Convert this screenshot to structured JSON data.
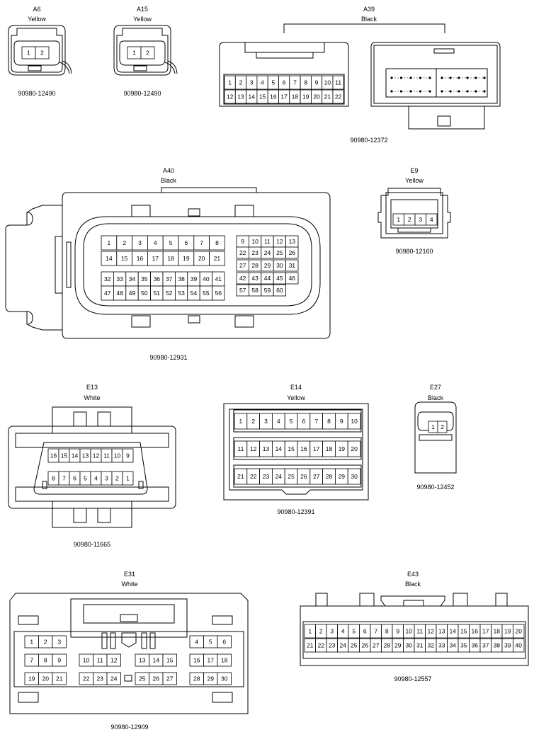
{
  "connectors": {
    "a6": {
      "code": "A6",
      "color": "Yellow",
      "part": "90980-12490",
      "pins": [
        "1",
        "2"
      ]
    },
    "a15": {
      "code": "A15",
      "color": "Yellow",
      "part": "90980-12490",
      "pins": [
        "1",
        "2"
      ]
    },
    "a39": {
      "code": "A39",
      "color": "Black",
      "part": "90980-12372",
      "pins_top": [
        "1",
        "2",
        "3",
        "4",
        "5",
        "6",
        "7",
        "8",
        "9",
        "10",
        "11"
      ],
      "pins_bottom": [
        "12",
        "13",
        "14",
        "15",
        "16",
        "17",
        "18",
        "19",
        "20",
        "21",
        "22"
      ]
    },
    "a40": {
      "code": "A40",
      "color": "Black",
      "part": "90980-12931",
      "left_rows": [
        [
          "1",
          "2",
          "3",
          "4",
          "5",
          "6",
          "7",
          "8"
        ],
        [
          "14",
          "15",
          "16",
          "17",
          "18",
          "19",
          "20",
          "21"
        ],
        [
          "32",
          "33",
          "34",
          "35",
          "36",
          "37",
          "38",
          "39",
          "40",
          "41"
        ],
        [
          "47",
          "48",
          "49",
          "50",
          "51",
          "52",
          "53",
          "54",
          "55",
          "56"
        ]
      ],
      "right_rows": [
        [
          "9",
          "10",
          "11",
          "12",
          "13"
        ],
        [
          "22",
          "23",
          "24",
          "25",
          "26"
        ],
        [
          "27",
          "28",
          "29",
          "30",
          "31"
        ],
        [
          "42",
          "43",
          "44",
          "45",
          "46"
        ],
        [
          "57",
          "58",
          "59",
          "60"
        ]
      ]
    },
    "e9": {
      "code": "E9",
      "color": "Yellow",
      "part": "90980-12160",
      "pins": [
        "1",
        "2",
        "3",
        "4"
      ]
    },
    "e13": {
      "code": "E13",
      "color": "White",
      "part": "90980-11665",
      "pins_top": [
        "16",
        "15",
        "14",
        "13",
        "12",
        "11",
        "10",
        "9"
      ],
      "pins_bottom": [
        "8",
        "7",
        "6",
        "5",
        "4",
        "3",
        "2",
        "1"
      ]
    },
    "e14": {
      "code": "E14",
      "color": "Yellow",
      "part": "90980-12391",
      "rows": [
        [
          "1",
          "2",
          "3",
          "4",
          "5",
          "6",
          "7",
          "8",
          "9",
          "10"
        ],
        [
          "11",
          "12",
          "13",
          "14",
          "15",
          "16",
          "17",
          "18",
          "19",
          "20"
        ],
        [
          "21",
          "22",
          "23",
          "24",
          "25",
          "26",
          "27",
          "28",
          "29",
          "30"
        ]
      ]
    },
    "e27": {
      "code": "E27",
      "color": "Black",
      "part": "90980-12452",
      "pins": [
        "1",
        "2"
      ]
    },
    "e31": {
      "code": "E31",
      "color": "White",
      "part": "90980-12909",
      "row1_left": [
        "1",
        "2",
        "3"
      ],
      "row1_right": [
        "4",
        "5",
        "6"
      ],
      "row2_left": [
        "7",
        "8",
        "9"
      ],
      "row2_mid_a": [
        "10",
        "11",
        "12"
      ],
      "row2_mid_b": [
        "13",
        "14",
        "15"
      ],
      "row2_right": [
        "16",
        "17",
        "18"
      ],
      "row3_left": [
        "19",
        "20",
        "21"
      ],
      "row3_mid_a": [
        "22",
        "23",
        "24"
      ],
      "row3_mid_b": [
        "25",
        "26",
        "27"
      ],
      "row3_right": [
        "28",
        "29",
        "30"
      ]
    },
    "e43": {
      "code": "E43",
      "color": "Black",
      "part": "90980-12557",
      "pins_top": [
        "1",
        "2",
        "3",
        "4",
        "5",
        "6",
        "7",
        "8",
        "9",
        "10",
        "11",
        "12",
        "13",
        "14",
        "15",
        "16",
        "17",
        "18",
        "19",
        "20"
      ],
      "pins_bottom": [
        "21",
        "22",
        "23",
        "24",
        "25",
        "26",
        "27",
        "28",
        "29",
        "30",
        "31",
        "32",
        "33",
        "34",
        "35",
        "36",
        "37",
        "38",
        "39",
        "40"
      ]
    }
  }
}
